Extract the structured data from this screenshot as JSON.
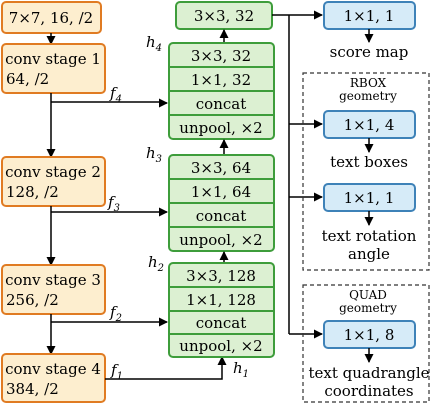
{
  "backbone": {
    "input_conv": "7×7, 16, /2",
    "stages": [
      {
        "name": "conv stage 1",
        "spec": "64, /2",
        "feature_label": "f",
        "feature_sub": "4"
      },
      {
        "name": "conv stage 2",
        "spec": "128, /2",
        "feature_label": "f",
        "feature_sub": "3"
      },
      {
        "name": "conv stage 3",
        "spec": "256, /2",
        "feature_label": "f",
        "feature_sub": "2"
      },
      {
        "name": "conv stage 4",
        "spec": "384, /2",
        "feature_label": "f",
        "feature_sub": "1"
      }
    ]
  },
  "merge": {
    "top_conv": "3×3, 32",
    "blocks": [
      {
        "h_label": "h",
        "h_sub": "4",
        "rows": [
          "3×3, 32",
          "1×1, 32",
          "concat",
          "unpool, ×2"
        ]
      },
      {
        "h_label": "h",
        "h_sub": "3",
        "rows": [
          "3×3, 64",
          "1×1, 64",
          "concat",
          "unpool, ×2"
        ]
      },
      {
        "h_label": "h",
        "h_sub": "2",
        "rows": [
          "3×3, 128",
          "1×1, 128",
          "concat",
          "unpool, ×2"
        ]
      }
    ],
    "bottom_h": {
      "label": "h",
      "sub": "1"
    }
  },
  "outputs": {
    "score": {
      "conv": "1×1, 1",
      "label": "score map"
    },
    "rbox": {
      "group_title_1": "RBOX",
      "group_title_2": "geometry",
      "boxes_conv": "1×1, 4",
      "boxes_label": "text boxes",
      "angle_conv": "1×1, 1",
      "angle_label_1": "text rotation",
      "angle_label_2": "angle"
    },
    "quad": {
      "group_title_1": "QUAD",
      "group_title_2": "geometry",
      "conv": "1×1, 8",
      "label_1": "text quadrangle",
      "label_2": "coordinates"
    }
  },
  "colors": {
    "orange_fill": "#fdeecf",
    "orange_stroke": "#e07b22",
    "green_fill": "#dcf0d2",
    "green_stroke": "#3e9d3b",
    "blue_fill": "#d6ebf8",
    "blue_stroke": "#3e82b8"
  }
}
